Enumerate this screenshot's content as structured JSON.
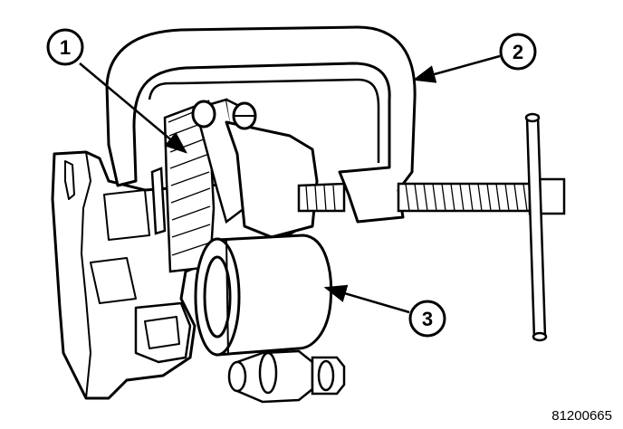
{
  "figure": {
    "figure_number": "81200665",
    "callouts": [
      {
        "id": "callout-1",
        "number": "1"
      },
      {
        "id": "callout-2",
        "number": "2"
      },
      {
        "id": "callout-3",
        "number": "3"
      }
    ],
    "colors": {
      "ink": "#000000",
      "paper": "#ffffff",
      "shade": "#d9d9d9"
    }
  }
}
